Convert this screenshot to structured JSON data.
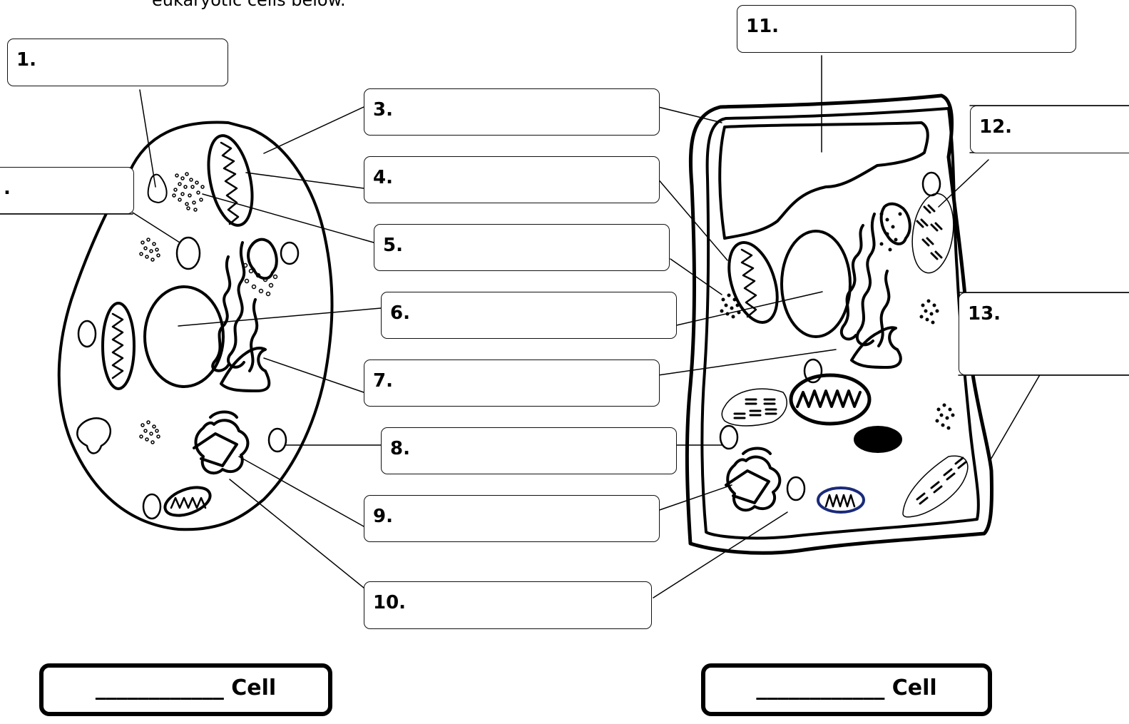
{
  "instructions": "eukaryotic cells below.",
  "labels": {
    "l1": "1.",
    "l2": ".",
    "l3": "3.",
    "l4": "4.",
    "l5": "5.",
    "l6": "6.",
    "l7": "7.",
    "l8": "8.",
    "l9": "9.",
    "l10": "10.",
    "l11": "11.",
    "l12": "12.",
    "l13": "13."
  },
  "cell_titles": {
    "left": "____________ Cell",
    "right": "____________ Cell"
  }
}
